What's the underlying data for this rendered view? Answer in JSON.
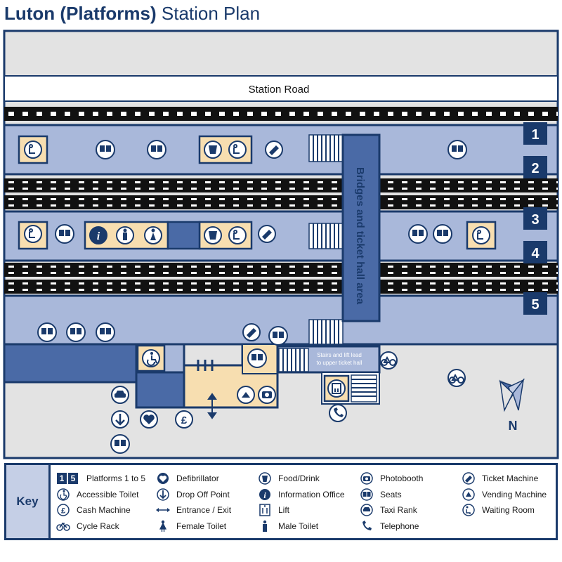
{
  "title": {
    "bold": "Luton (Platforms)",
    "rest": " Station Plan"
  },
  "road": "Station Road",
  "platforms": [
    "1",
    "2",
    "3",
    "4",
    "5"
  ],
  "bridge_label": "Bridges and ticket hall area",
  "stairs_note": [
    "Stairs and lift lead",
    "to upper ticket hall"
  ],
  "compass": "N",
  "key": {
    "heading": "Key",
    "col1": [
      {
        "icon": "platforms-icon",
        "a": "1",
        "b": "5",
        "label": "Platforms 1 to 5"
      },
      {
        "icon": "accessible-toilet-icon",
        "label": "Accessible Toilet"
      },
      {
        "icon": "cash-machine-icon",
        "label": "Cash Machine"
      },
      {
        "icon": "cycle-rack-icon",
        "label": "Cycle Rack"
      }
    ],
    "col2": [
      {
        "icon": "defibrillator-icon",
        "label": "Defibrillator"
      },
      {
        "icon": "drop-off-point-icon",
        "label": "Drop Off Point"
      },
      {
        "icon": "entrance-exit-icon",
        "label": "Entrance / Exit"
      },
      {
        "icon": "female-toilet-icon",
        "label": "Female Toilet"
      }
    ],
    "col3": [
      {
        "icon": "food-drink-icon",
        "label": "Food/Drink"
      },
      {
        "icon": "information-office-icon",
        "label": "Information Office"
      },
      {
        "icon": "lift-icon",
        "label": "Lift"
      },
      {
        "icon": "male-toilet-icon",
        "label": "Male Toilet"
      }
    ],
    "col4": [
      {
        "icon": "photobooth-icon",
        "label": "Photobooth"
      },
      {
        "icon": "seats-icon",
        "label": "Seats"
      },
      {
        "icon": "taxi-rank-icon",
        "label": "Taxi Rank"
      },
      {
        "icon": "telephone-icon",
        "label": "Telephone"
      }
    ],
    "col5": [
      {
        "icon": "ticket-machine-icon",
        "label": "Ticket Machine"
      },
      {
        "icon": "vending-machine-icon",
        "label": "Vending Machine"
      },
      {
        "icon": "waiting-room-icon",
        "label": "Waiting Room"
      }
    ]
  },
  "colors": {
    "navy": "#1a3a6b",
    "platform": "#a9b8da",
    "ground": "#e3e3e3",
    "building": "#4a6aa6",
    "facility": "#f7deb0"
  }
}
